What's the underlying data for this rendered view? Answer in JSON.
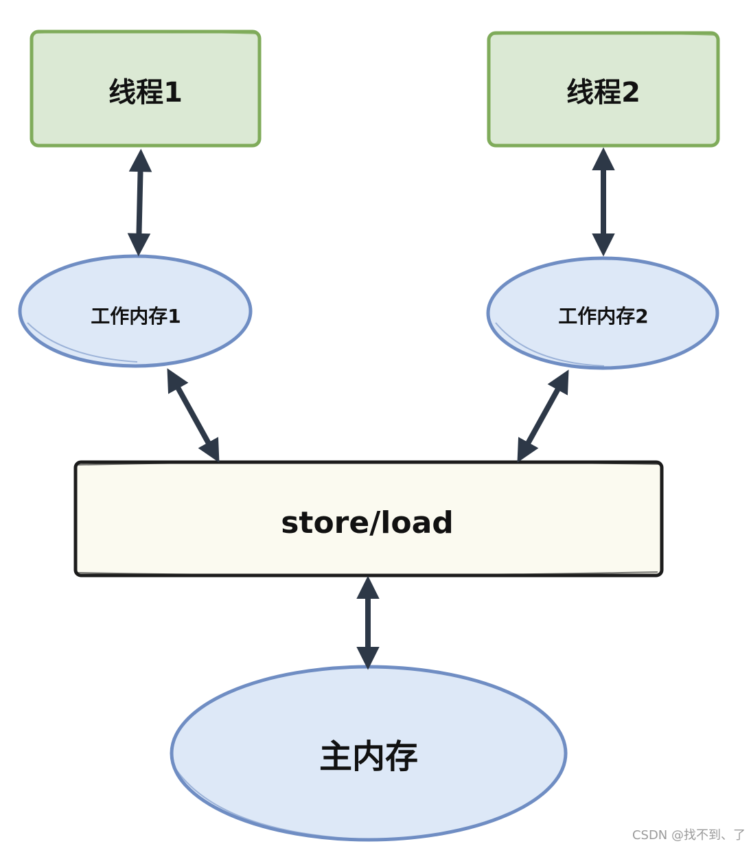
{
  "nodes": {
    "thread1": {
      "label": "线程1"
    },
    "thread2": {
      "label": "线程2"
    },
    "working_memory1": {
      "label": "工作内存1"
    },
    "working_memory2": {
      "label": "工作内存2"
    },
    "store_load": {
      "label": "store/load"
    },
    "main_memory": {
      "label": "主内存"
    }
  },
  "edges": [
    {
      "from": "thread1",
      "to": "working_memory1",
      "direction": "bidirectional"
    },
    {
      "from": "thread2",
      "to": "working_memory2",
      "direction": "bidirectional"
    },
    {
      "from": "working_memory1",
      "to": "store_load",
      "direction": "bidirectional"
    },
    {
      "from": "working_memory2",
      "to": "store_load",
      "direction": "bidirectional"
    },
    {
      "from": "store_load",
      "to": "main_memory",
      "direction": "bidirectional"
    }
  ],
  "colors": {
    "thread_fill": "#dbe9d4",
    "thread_stroke": "#7fab5a",
    "memory_fill": "#dde8f7",
    "memory_stroke": "#6f8dc3",
    "bar_fill": "#fbfaf0",
    "bar_stroke": "#1c1c1c",
    "arrow": "#2d3847"
  },
  "watermark": "CSDN @找不到、了"
}
